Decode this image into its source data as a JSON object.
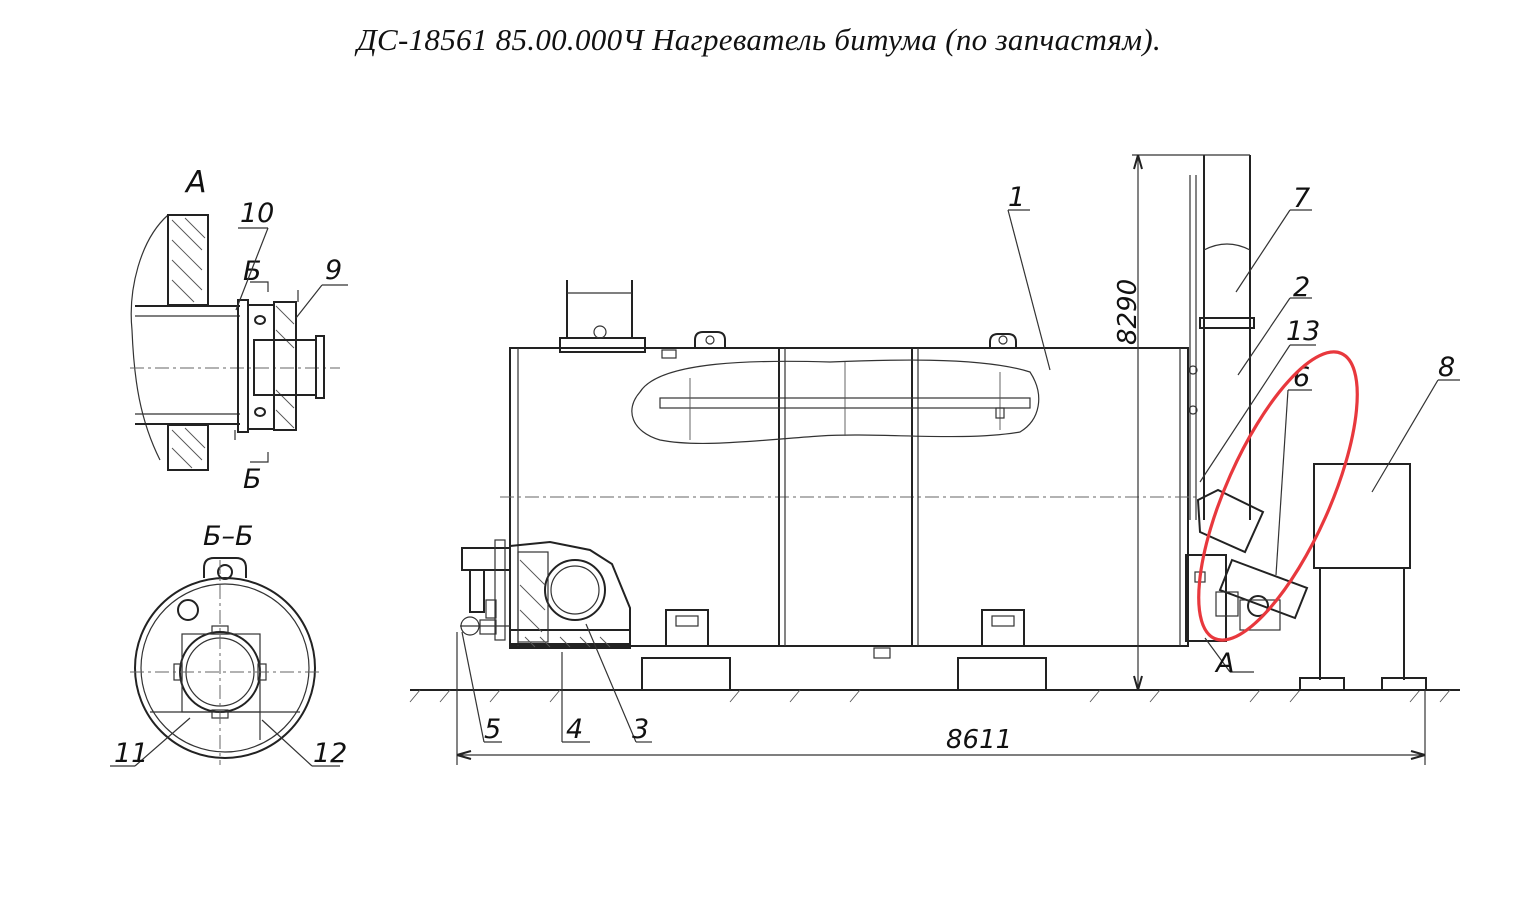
{
  "title": "ДС-18561 85.00.000Ч  Нагреватель битума  (по запчастям).",
  "views": {
    "detail_a": {
      "label": "А",
      "section_mark_top": "Б",
      "section_mark_bottom": "Б"
    },
    "section_bb": {
      "label": "Б–Б"
    },
    "main_marker_a": "А"
  },
  "callouts": [
    "1",
    "2",
    "3",
    "4",
    "5",
    "6",
    "7",
    "8",
    "9",
    "10",
    "11",
    "12",
    "13"
  ],
  "dimensions": {
    "length": "8611",
    "height": "8290"
  },
  "highlight": {
    "color": "#e8383d"
  }
}
